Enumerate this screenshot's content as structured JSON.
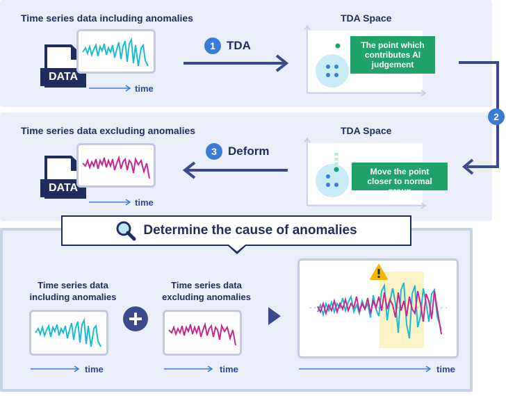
{
  "top": {
    "left_title": "Time series data including anomalies",
    "right_title": "TDA Space",
    "step_number": "1",
    "step_label": "TDA",
    "callout": "The point which contributes AI judgement",
    "file_label": "DATA",
    "time_label": "time"
  },
  "connector": {
    "step_number": "2"
  },
  "middle": {
    "left_title": "Time series data excluding anomalies",
    "right_title": "TDA Space",
    "step_number": "3",
    "step_label": "Deform",
    "callout": "Move the point closer to normal group",
    "file_label": "DATA",
    "time_label": "time"
  },
  "banner": {
    "text": "Determine the cause of anomalies"
  },
  "bottom": {
    "incl_title": "Time series data including anomalies",
    "excl_title": "Time series data excluding anomalies",
    "time_label": "time"
  },
  "colors": {
    "navy": "#1f2d5c",
    "cyan": "#1bbad0",
    "magenta": "#c4288f",
    "green": "#1fa36b",
    "band": "#e9eef8",
    "highlight": "#fbf3c8",
    "warning": "#f5b800"
  },
  "icons": [
    "data-file-icon",
    "magnifier-icon",
    "plus-icon",
    "warning-icon",
    "play-triangle-icon"
  ]
}
